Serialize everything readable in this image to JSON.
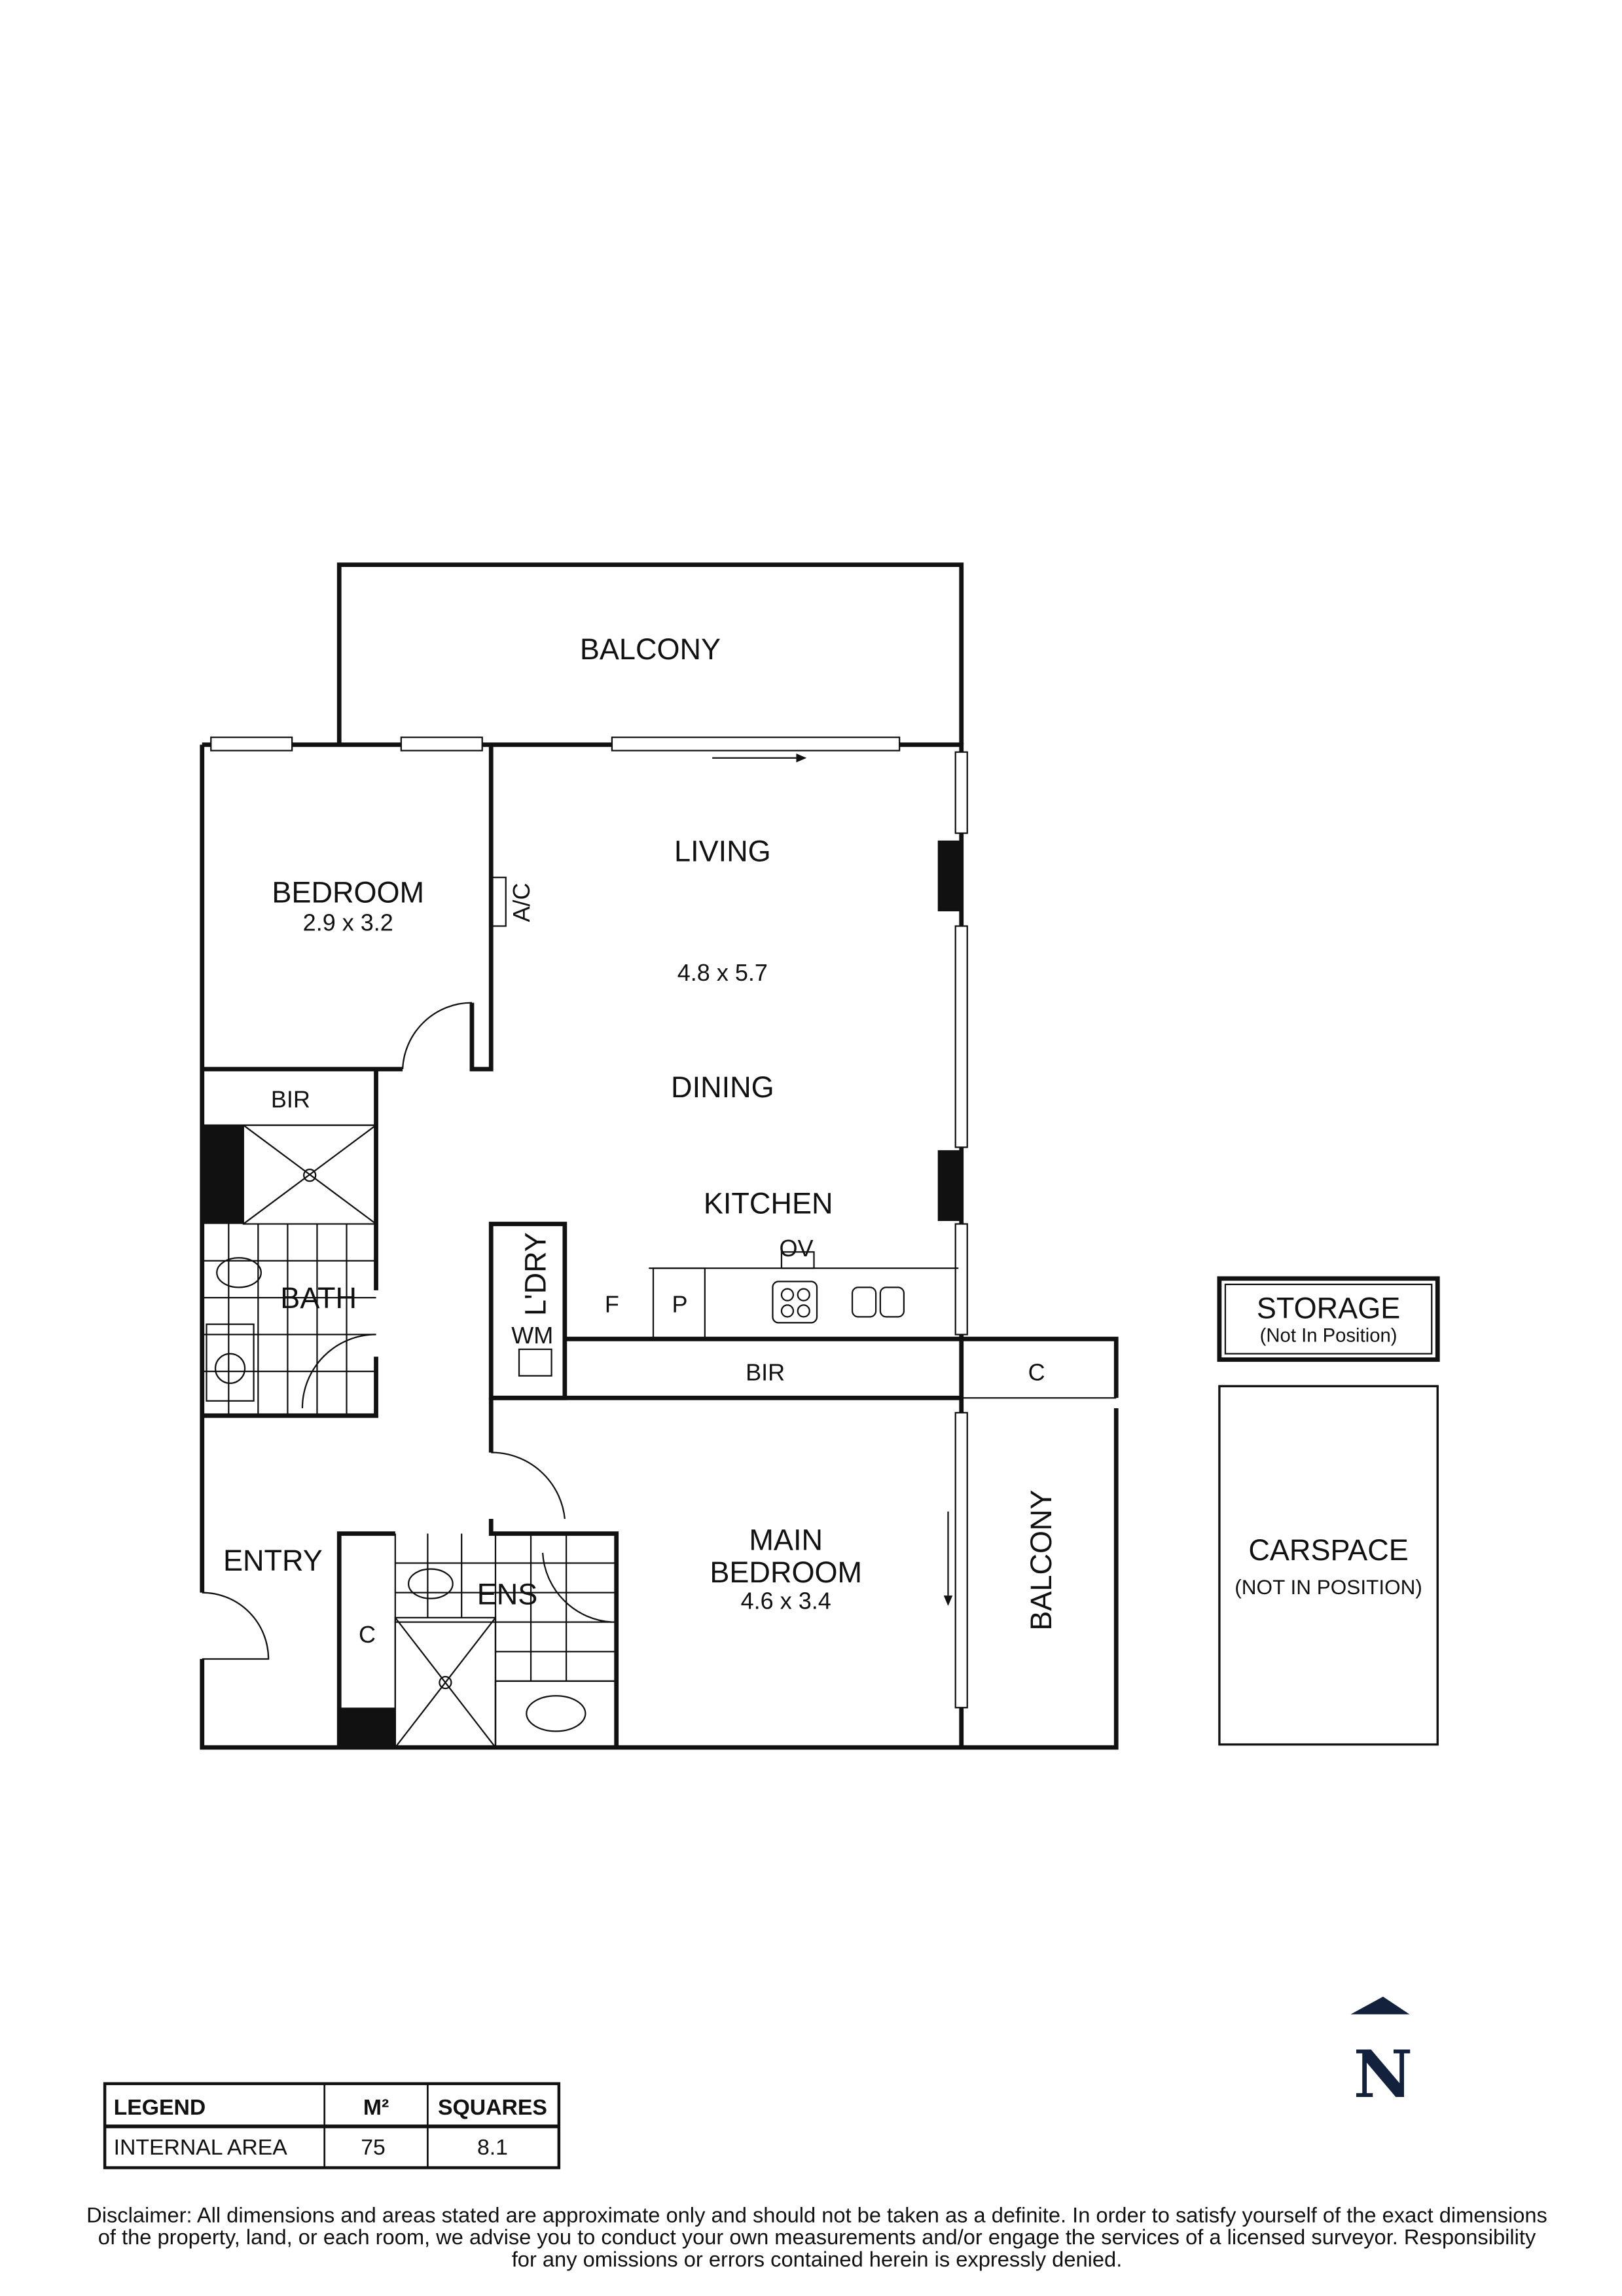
{
  "rooms": {
    "balcony_top": "BALCONY",
    "bedroom": "BEDROOM",
    "bedroom_dims": "2.9 x 3.2",
    "ac": "A/C",
    "living": "LIVING",
    "living_dims": "4.8 x 5.7",
    "dining": "DINING",
    "kitchen": "KITCHEN",
    "oven": "OV",
    "fridge": "F",
    "pantry": "P",
    "laundry": "L'DRY",
    "washing_machine": "WM",
    "bir_bedroom": "BIR",
    "bath": "BATH",
    "bir_main": "BIR",
    "cupboard_balcony": "C",
    "entry": "ENTRY",
    "cupboard_entry": "C",
    "ensuite": "ENS",
    "main_bedroom_line1": "MAIN",
    "main_bedroom_line2": "BEDROOM",
    "main_bedroom_dims": "4.6 x 3.4",
    "balcony_side": "BALCONY"
  },
  "storage": {
    "title": "STORAGE",
    "note": "(Not In Position)"
  },
  "carspace": {
    "title": "CARSPACE",
    "note": "(NOT IN POSITION)"
  },
  "north": {
    "letter": "N",
    "color": "#14213d"
  },
  "legend": {
    "headers": [
      "LEGEND",
      "M²",
      "SQUARES"
    ],
    "rows": [
      [
        "INTERNAL AREA",
        "75",
        "8.1"
      ]
    ]
  },
  "disclaimer": [
    "Disclaimer: All dimensions and areas stated are approximate only and should not be taken as a definite. In order to satisfy yourself of the exact dimensions",
    "of the property, land, or each room, we advise you to conduct your own measurements and/or engage the services of a licensed surveyor. Responsibility",
    "for any omissions or errors contained herein is expressly denied."
  ]
}
